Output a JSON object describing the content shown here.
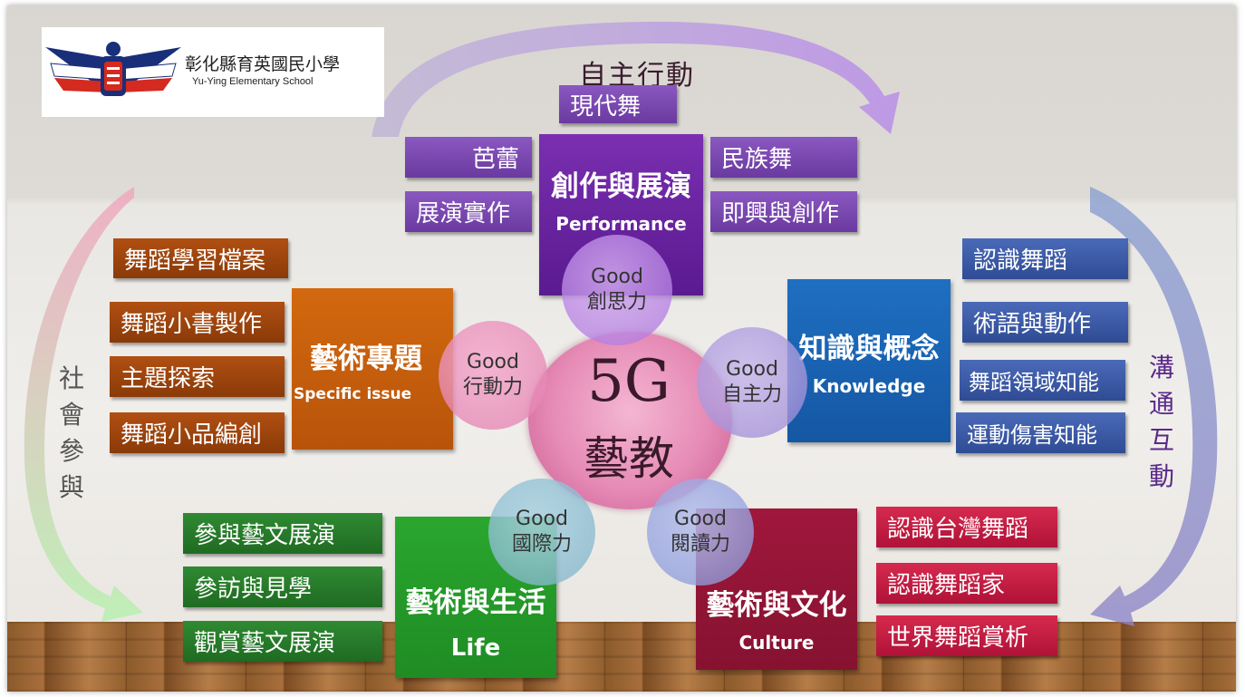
{
  "school": {
    "name_zh": "彰化縣育英國民小學",
    "name_en": "Yu-Ying Elementary School"
  },
  "center": {
    "top": "5G",
    "bottom": "藝教"
  },
  "arrows": {
    "top": "自主行動",
    "left": "社會參與",
    "right": "溝通互動"
  },
  "performance": {
    "title": "創作與展演",
    "subtitle": "Performance",
    "items": [
      "現代舞",
      "芭蕾",
      "民族舞",
      "展演實作",
      "即興與創作"
    ]
  },
  "specific": {
    "title": "藝術專題",
    "subtitle": "Specific issue",
    "items": [
      "舞蹈學習檔案",
      "舞蹈小書製作",
      "主題探索",
      "舞蹈小品編創"
    ]
  },
  "knowledge": {
    "title": "知識與概念",
    "subtitle": "Knowledge",
    "items": [
      "認識舞蹈",
      "術語與動作",
      "舞蹈領域知能",
      "運動傷害知能"
    ]
  },
  "life": {
    "title": "藝術與生活",
    "subtitle": "Life",
    "items": [
      "參與藝文展演",
      "參訪與見學",
      "觀賞藝文展演"
    ]
  },
  "culture": {
    "title": "藝術與文化",
    "subtitle": "Culture",
    "items": [
      "認識台灣舞蹈",
      "認識舞蹈家",
      "世界舞蹈賞析"
    ]
  },
  "goods": [
    {
      "g": "Good",
      "label": "創思力"
    },
    {
      "g": "Good",
      "label": "行動力"
    },
    {
      "g": "Good",
      "label": "自主力"
    },
    {
      "g": "Good",
      "label": "國際力"
    },
    {
      "g": "Good",
      "label": "閱讀力"
    }
  ],
  "colors": {
    "purple": "#6a3aa0",
    "brown": "#a04510",
    "blue": "#2f4b94",
    "green": "#237a26",
    "red": "#c0183e",
    "center_pink": "#e07aa8"
  }
}
